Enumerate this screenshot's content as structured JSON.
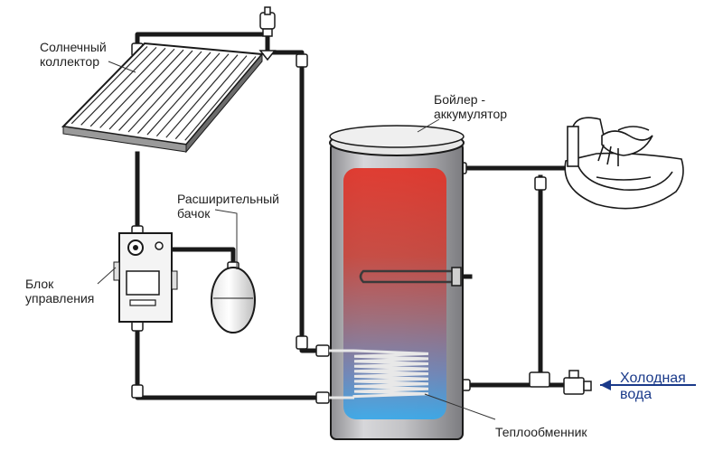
{
  "labels": {
    "solar_collector": [
      "Солнечный",
      "коллектор"
    ],
    "expansion_tank": [
      "Расширительный",
      "бачок"
    ],
    "control_unit": [
      "Блок",
      "управления"
    ],
    "boiler": [
      "Бойлер -",
      "аккумулятор"
    ],
    "heat_exchanger": "Теплообменник",
    "cold_water": [
      "Холодная",
      "вода"
    ]
  },
  "colors": {
    "pipe": "#1a1a1a",
    "hot": "#e0352a",
    "cold": "#3aa8e8",
    "boiler_shell": "#b8b8bc",
    "arrow": "#1a3a8a"
  },
  "icons": {
    "sink": "sink-with-hands-icon",
    "collector": "solar-panel-icon",
    "tank": "expansion-tank-icon",
    "controller": "control-unit-icon",
    "valve": "ball-valve-icon"
  }
}
